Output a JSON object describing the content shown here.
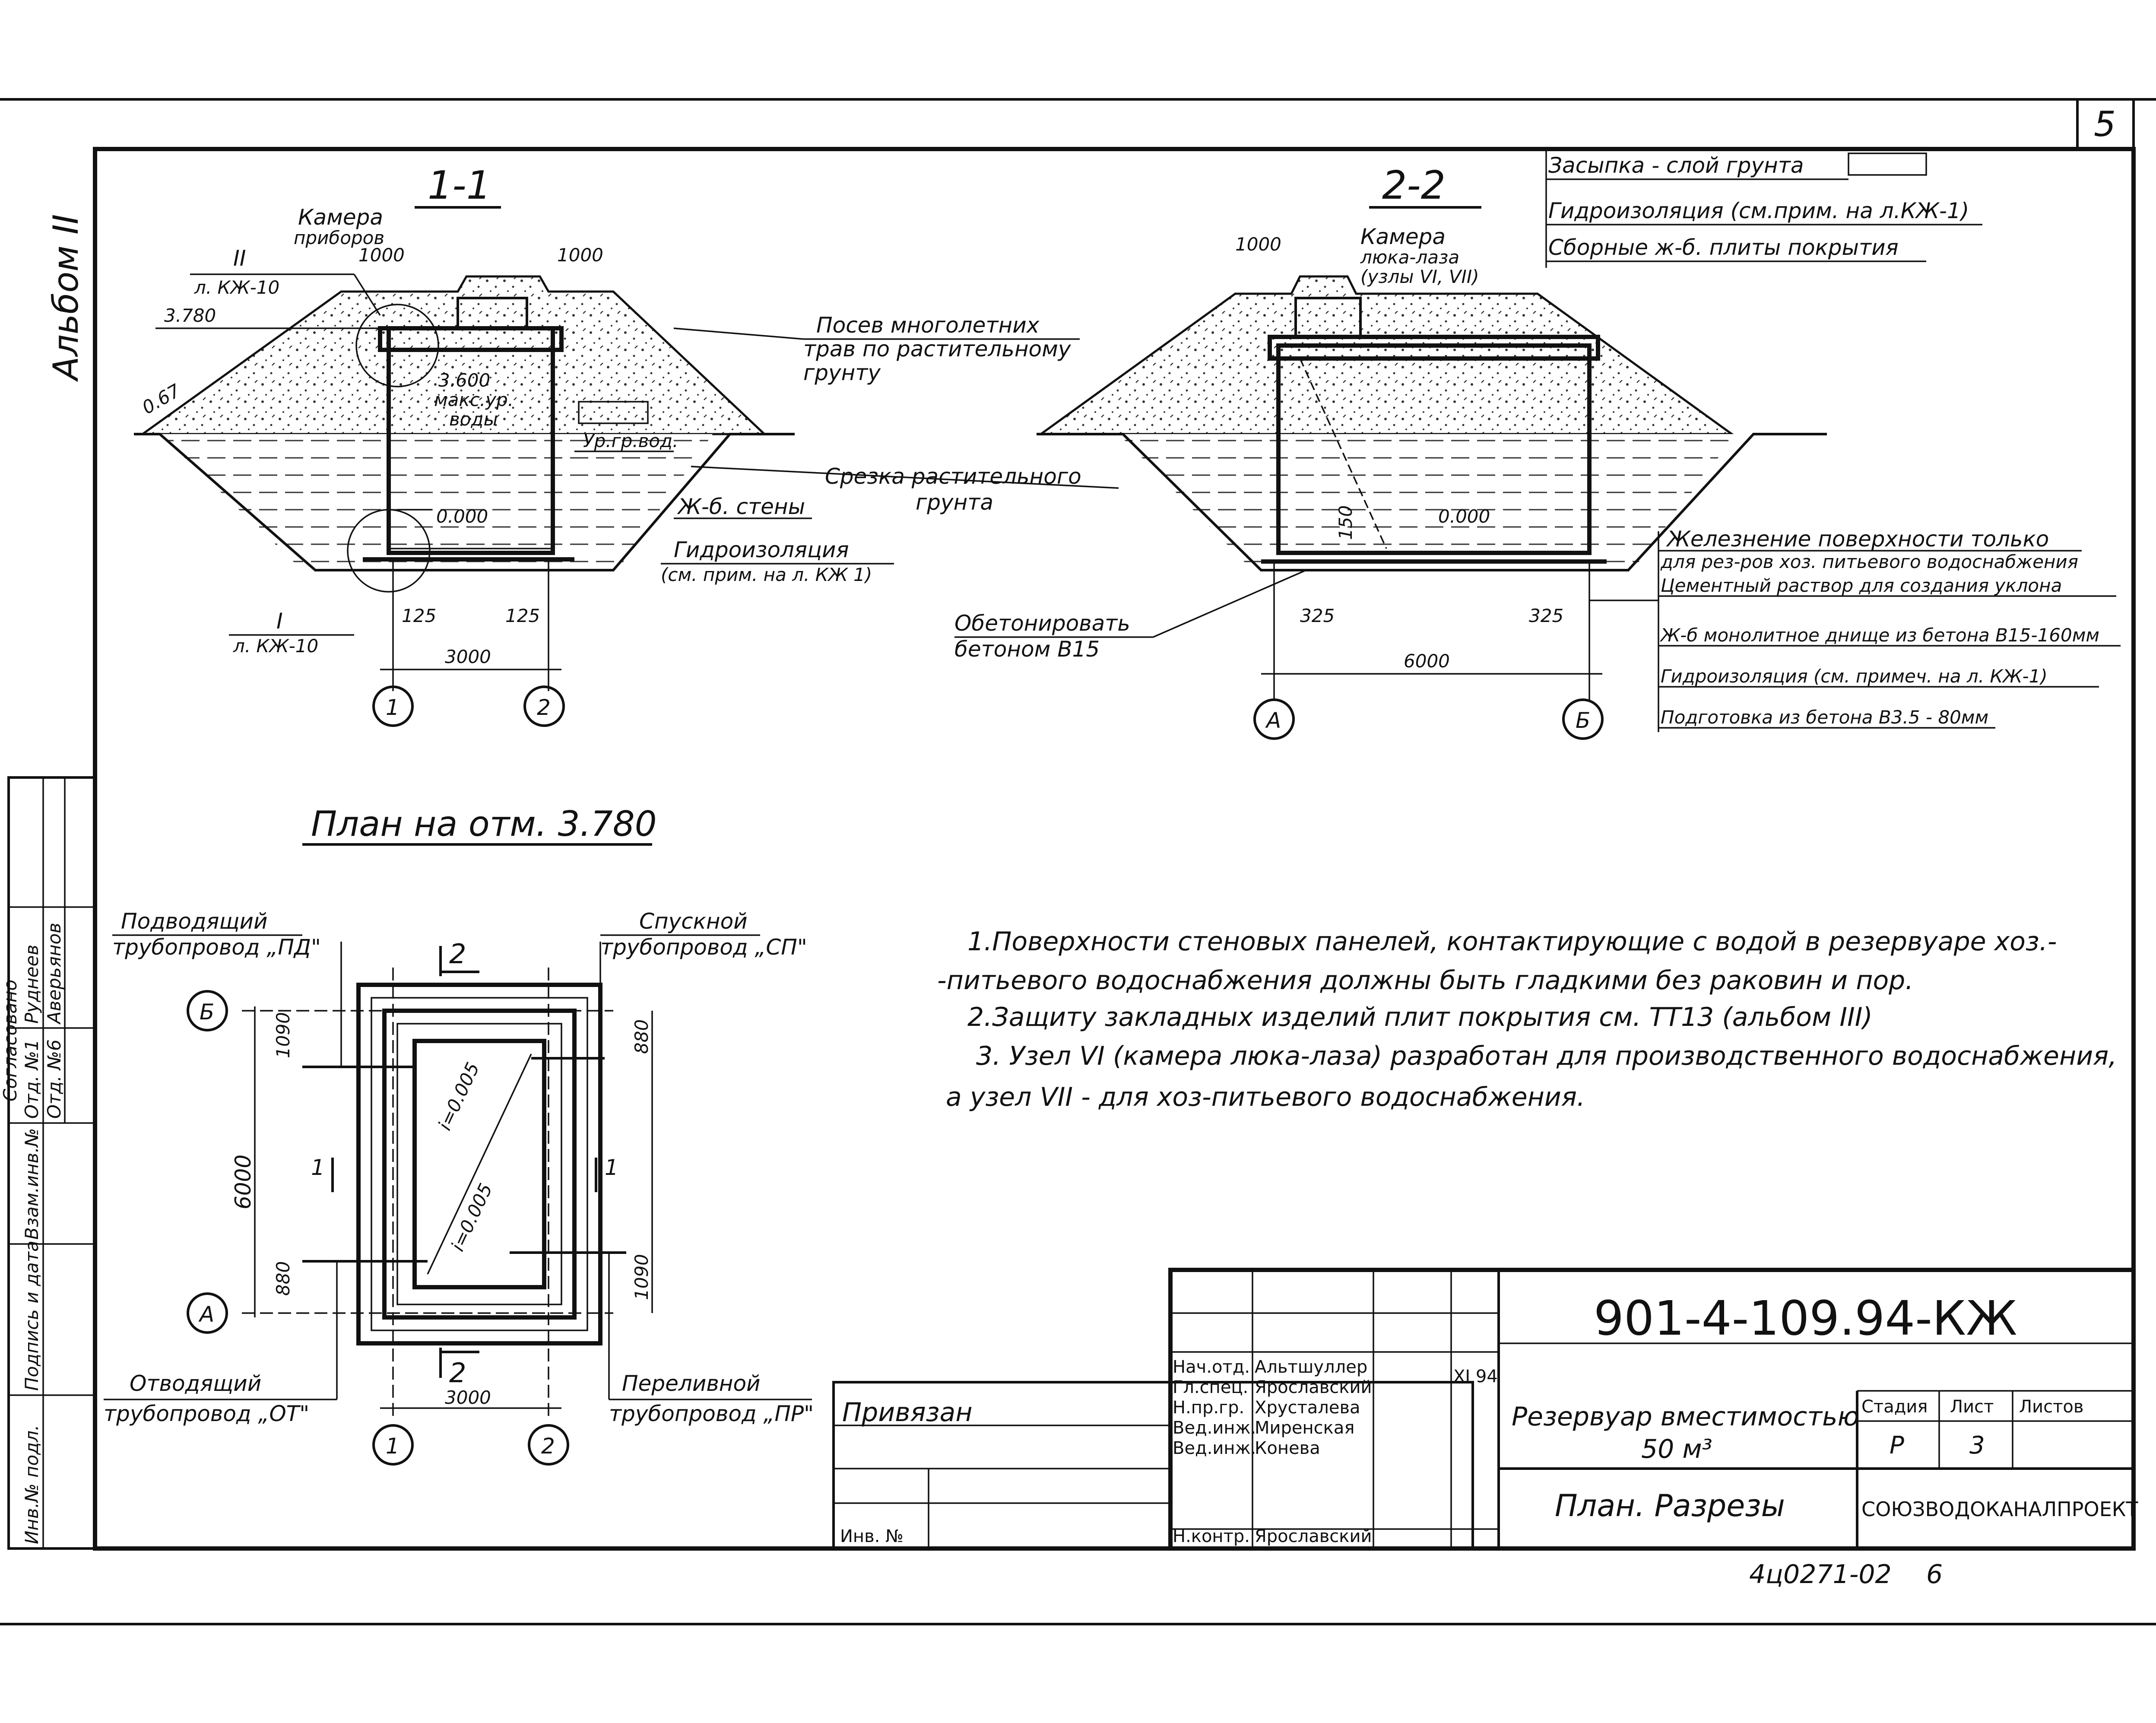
{
  "sheet": {
    "page_number": "5",
    "album": "Альбом II",
    "drawing_code": "901-4-109.94-КЖ",
    "bottom_code": "4ц0271-02",
    "bottom_num": "6"
  },
  "section_1_1": {
    "title": "1-1",
    "chamber": "Камера",
    "chamber2": "приборов",
    "node_ii": "II",
    "node_ii_sheet": "л. КЖ-10",
    "node_i": "I",
    "node_i_sheet": "л. КЖ-10",
    "level_top": "3.780",
    "level_water": "3.600",
    "max_level_1": "макс.ур.",
    "max_level_2": "воды",
    "level_zero": "0.000",
    "gw_level": "Ур.гр.вод.",
    "slope": "0.67",
    "dim_1000_left": "1000",
    "dim_1000_right": "1000",
    "dim_125_left": "125",
    "dim_125_right": "125",
    "dim_span": "3000",
    "axis_left": "1",
    "axis_right": "2"
  },
  "section_2_2": {
    "title": "2-2",
    "chamber": "Камера",
    "chamber2": "люка-лаза",
    "chamber3": "(узлы VI, VII)",
    "dim_1000": "1000",
    "level_zero": "0.000",
    "dim_150": "150",
    "dim_325_left": "325",
    "dim_325_right": "325",
    "dim_span": "6000",
    "axis_left": "А",
    "axis_right": "Б"
  },
  "callouts": {
    "seeding_1": "Посев многолетних",
    "seeding_2": "трав по растительному",
    "seeding_3": "грунту",
    "cut_1": "Срезка растительного",
    "cut_2": "грунта",
    "rc_walls": "Ж-б. стены",
    "waterproof_1": "Гидроизоляция",
    "waterproof_2": "(см. прим. на л. КЖ 1)",
    "concrete_1": "Обетонировать",
    "concrete_2": "бетоном В15"
  },
  "layers_top": [
    "Засыпка - слой грунта",
    "Гидроизоляция (см.прим. на л.КЖ-1)",
    "Сборные ж-б. плиты покрытия"
  ],
  "layers_bottom": [
    "Железнение поверхности только",
    "для рез-ров хоз. питьевого водоснабжения",
    "Цементный раствор для создания уклона",
    "Ж-б монолитное днище из бетона В15-160мм",
    "Гидроизоляция (см. примеч. на л. КЖ-1)",
    "Подготовка из бетона В3.5 - 80мм"
  ],
  "plan": {
    "title": "План на отм. 3.780",
    "pipe_pd_1": "Подводящий",
    "pipe_pd_2": "трубопровод „ПД\"",
    "pipe_sp_1": "Спускной",
    "pipe_sp_2": "трубопровод „СП\"",
    "pipe_ot_1": "Отводящий",
    "pipe_ot_2": "трубопровод „ОТ\"",
    "pipe_pr_1": "Переливной",
    "pipe_pr_2": "трубопровод „ПР\"",
    "dim_1090_left": "1090",
    "dim_880_left": "880",
    "dim_6000": "6000",
    "dim_880_right": "880",
    "dim_1090_right": "1090",
    "dim_3000": "3000",
    "slope_1": "i=0.005",
    "slope_2": "i=0.005",
    "cut_1_left": "1",
    "cut_1_right": "1",
    "cut_2_top": "2",
    "cut_2_bottom": "2",
    "axis_b": "Б",
    "axis_a": "А",
    "axis_1": "1",
    "axis_2": "2"
  },
  "notes": [
    "1.Поверхности стеновых панелей, контактирующие с водой в резервуаре хоз.-",
    "-питьевого водоснабжения должны быть гладкими без раковин и пор.",
    "2.Защиту закладных изделий плит покрытия см. ТТ13 (альбом III)",
    "3. Узел VI (камера люка-лаза) разработан для производственного водоснабжения,",
    "а узел VII - для хоз-питьевого водоснабжения."
  ],
  "title_block": {
    "roles": [
      "Нач.отд.",
      "Гл.спец.",
      "Н.пр.гр.",
      "Вед.инж.",
      "Вед.инж.",
      "Н.контр."
    ],
    "names": [
      "Альтшуллер",
      "Ярославский",
      "Хрусталева",
      "Миренская",
      "Конева",
      "Ярославский"
    ],
    "date": "XI 94",
    "attached": "Привязан",
    "inv": "Инв. №",
    "object_1": "Резервуар вместимостью",
    "object_2": "50 м³",
    "sheet_title": "План. Разрезы",
    "stage_label": "Стадия",
    "sheet_label": "Лист",
    "sheets_label": "Листов",
    "stage": "Р",
    "sheet_no": "3",
    "organization": "СОЮЗВОДОКАНАЛПРОЕКТ"
  },
  "side_stamp": {
    "labels": [
      "Инв.№ подл.",
      "Подпись и дата",
      "Взам.инв.№"
    ],
    "dept_labels": [
      "Отд. №1",
      "Отд. №6"
    ],
    "names": [
      "Руднеев",
      "Аверьянов"
    ],
    "agreed": "Согласовано"
  }
}
